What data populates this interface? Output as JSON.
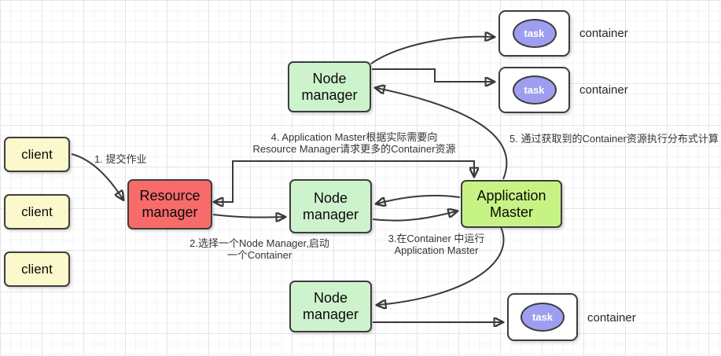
{
  "diagram": {
    "clients": [
      {
        "label": "client"
      },
      {
        "label": "client"
      },
      {
        "label": "client"
      }
    ],
    "resource_manager": {
      "label": "Resource manager"
    },
    "node_managers": [
      {
        "label": "Node manager"
      },
      {
        "label": "Node manager"
      },
      {
        "label": "Node manager"
      }
    ],
    "application_master": {
      "label": "Application Master"
    },
    "containers": [
      {
        "task_label": "task",
        "caption": "container"
      },
      {
        "task_label": "task",
        "caption": "container"
      },
      {
        "task_label": "task",
        "caption": "container"
      }
    ],
    "annotations": {
      "step1": "1. 提交作业",
      "step2_line1": "2.选择一个Node Manager,启动",
      "step2_line2": "一个Container",
      "step3_line1": "3.在Container 中运行",
      "step3_line2": "Application Master",
      "step4_line1": "4. Application Master根据实际需要向",
      "step4_line2": "Resource Manager请求更多的Container资源",
      "step5": "5. 通过获取到的Container资源执行分布式计算"
    },
    "colors": {
      "client_fill": "#fbf9cb",
      "resource_manager_fill": "#f86b6b",
      "node_manager_fill": "#cdf3cc",
      "application_master_fill": "#c7f385",
      "task_fill": "#9e9ef0",
      "shape_border": "#3d3d3d",
      "arrow": "#3a3a3a",
      "grid_minor": "#f3f3f6",
      "grid_major": "#e4e4e8",
      "background": "#ffffff"
    }
  }
}
